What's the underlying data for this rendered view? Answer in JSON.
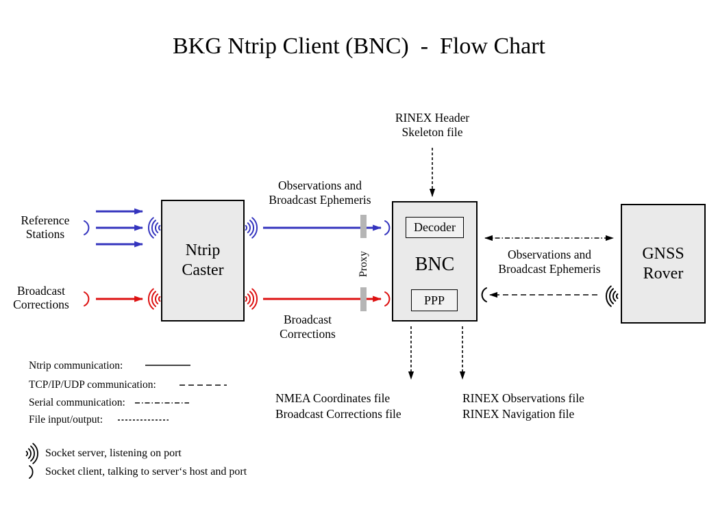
{
  "title": "BKG Ntrip Client (BNC)  -  Flow Chart",
  "boxes": {
    "ntrip_caster": {
      "line1": "Ntrip",
      "line2": "Caster"
    },
    "bnc": {
      "label": "BNC",
      "decoder": "Decoder",
      "ppp": "PPP"
    },
    "gnss_rover": {
      "line1": "GNSS",
      "line2": "Rover"
    }
  },
  "labels": {
    "reference_stations": {
      "line1": "Reference",
      "line2": "Stations"
    },
    "broadcast_corrections_left": {
      "line1": "Broadcast",
      "line2": "Corrections"
    },
    "obs_ephemeris_left": {
      "line1": "Observations and",
      "line2": "Broadcast Ephemeris"
    },
    "broadcast_corrections_mid": {
      "line1": "Broadcast",
      "line2": "Corrections"
    },
    "rinex_header": {
      "line1": "RINEX Header",
      "line2": "Skeleton file"
    },
    "obs_ephemeris_right": {
      "line1": "Observations and",
      "line2": "Broadcast Ephemeris"
    },
    "proxy": "Proxy",
    "nmea_files": {
      "line1": "NMEA Coordinates file",
      "line2": "Broadcast Corrections file"
    },
    "rinex_files": {
      "line1": "RINEX Observations file",
      "line2": "RINEX Navigation file"
    }
  },
  "legend": {
    "ntrip": "Ntrip communication:",
    "tcp": "TCP/IP/UDP communication:",
    "serial": "Serial communication:",
    "file": "File input/output:",
    "socket_server": "Socket server, listening on port",
    "socket_client": "Socket client, talking to server‘s host and port"
  },
  "icons": {
    "socket_server_icon": "nested-radio-arcs",
    "socket_client_icon": "single-arc"
  },
  "colors": {
    "blue": "#3434BE",
    "red": "#DD1111",
    "black": "#000000",
    "box_fill": "#EAEAEA",
    "subbox_fill": "#F2F2F2",
    "proxy_bar": "#B5B5B5"
  }
}
